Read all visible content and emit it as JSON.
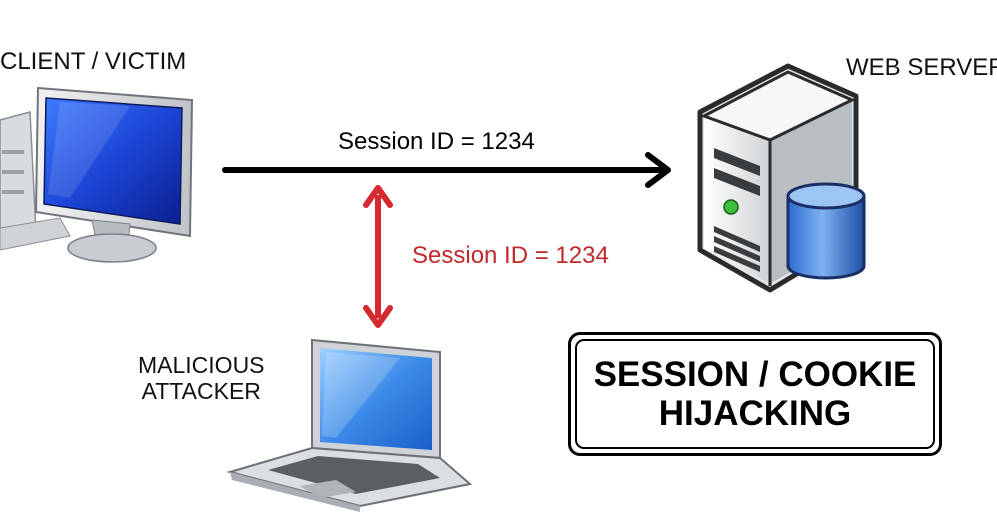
{
  "nodes": {
    "client": "CLIENT / VICTIM",
    "server": "WEB SERVER",
    "attacker_line1": "MALICIOUS",
    "attacker_line2": "ATTACKER"
  },
  "edges": {
    "client_to_server": "Session ID = 1234",
    "intercept": "Session ID = 1234"
  },
  "title": {
    "line1": "SESSION / COOKIE",
    "line2": "HIJACKING"
  },
  "colors": {
    "arrow_main": "#000000",
    "arrow_intercept": "#d42a2f",
    "screen_blue": "#1f4fd8"
  }
}
